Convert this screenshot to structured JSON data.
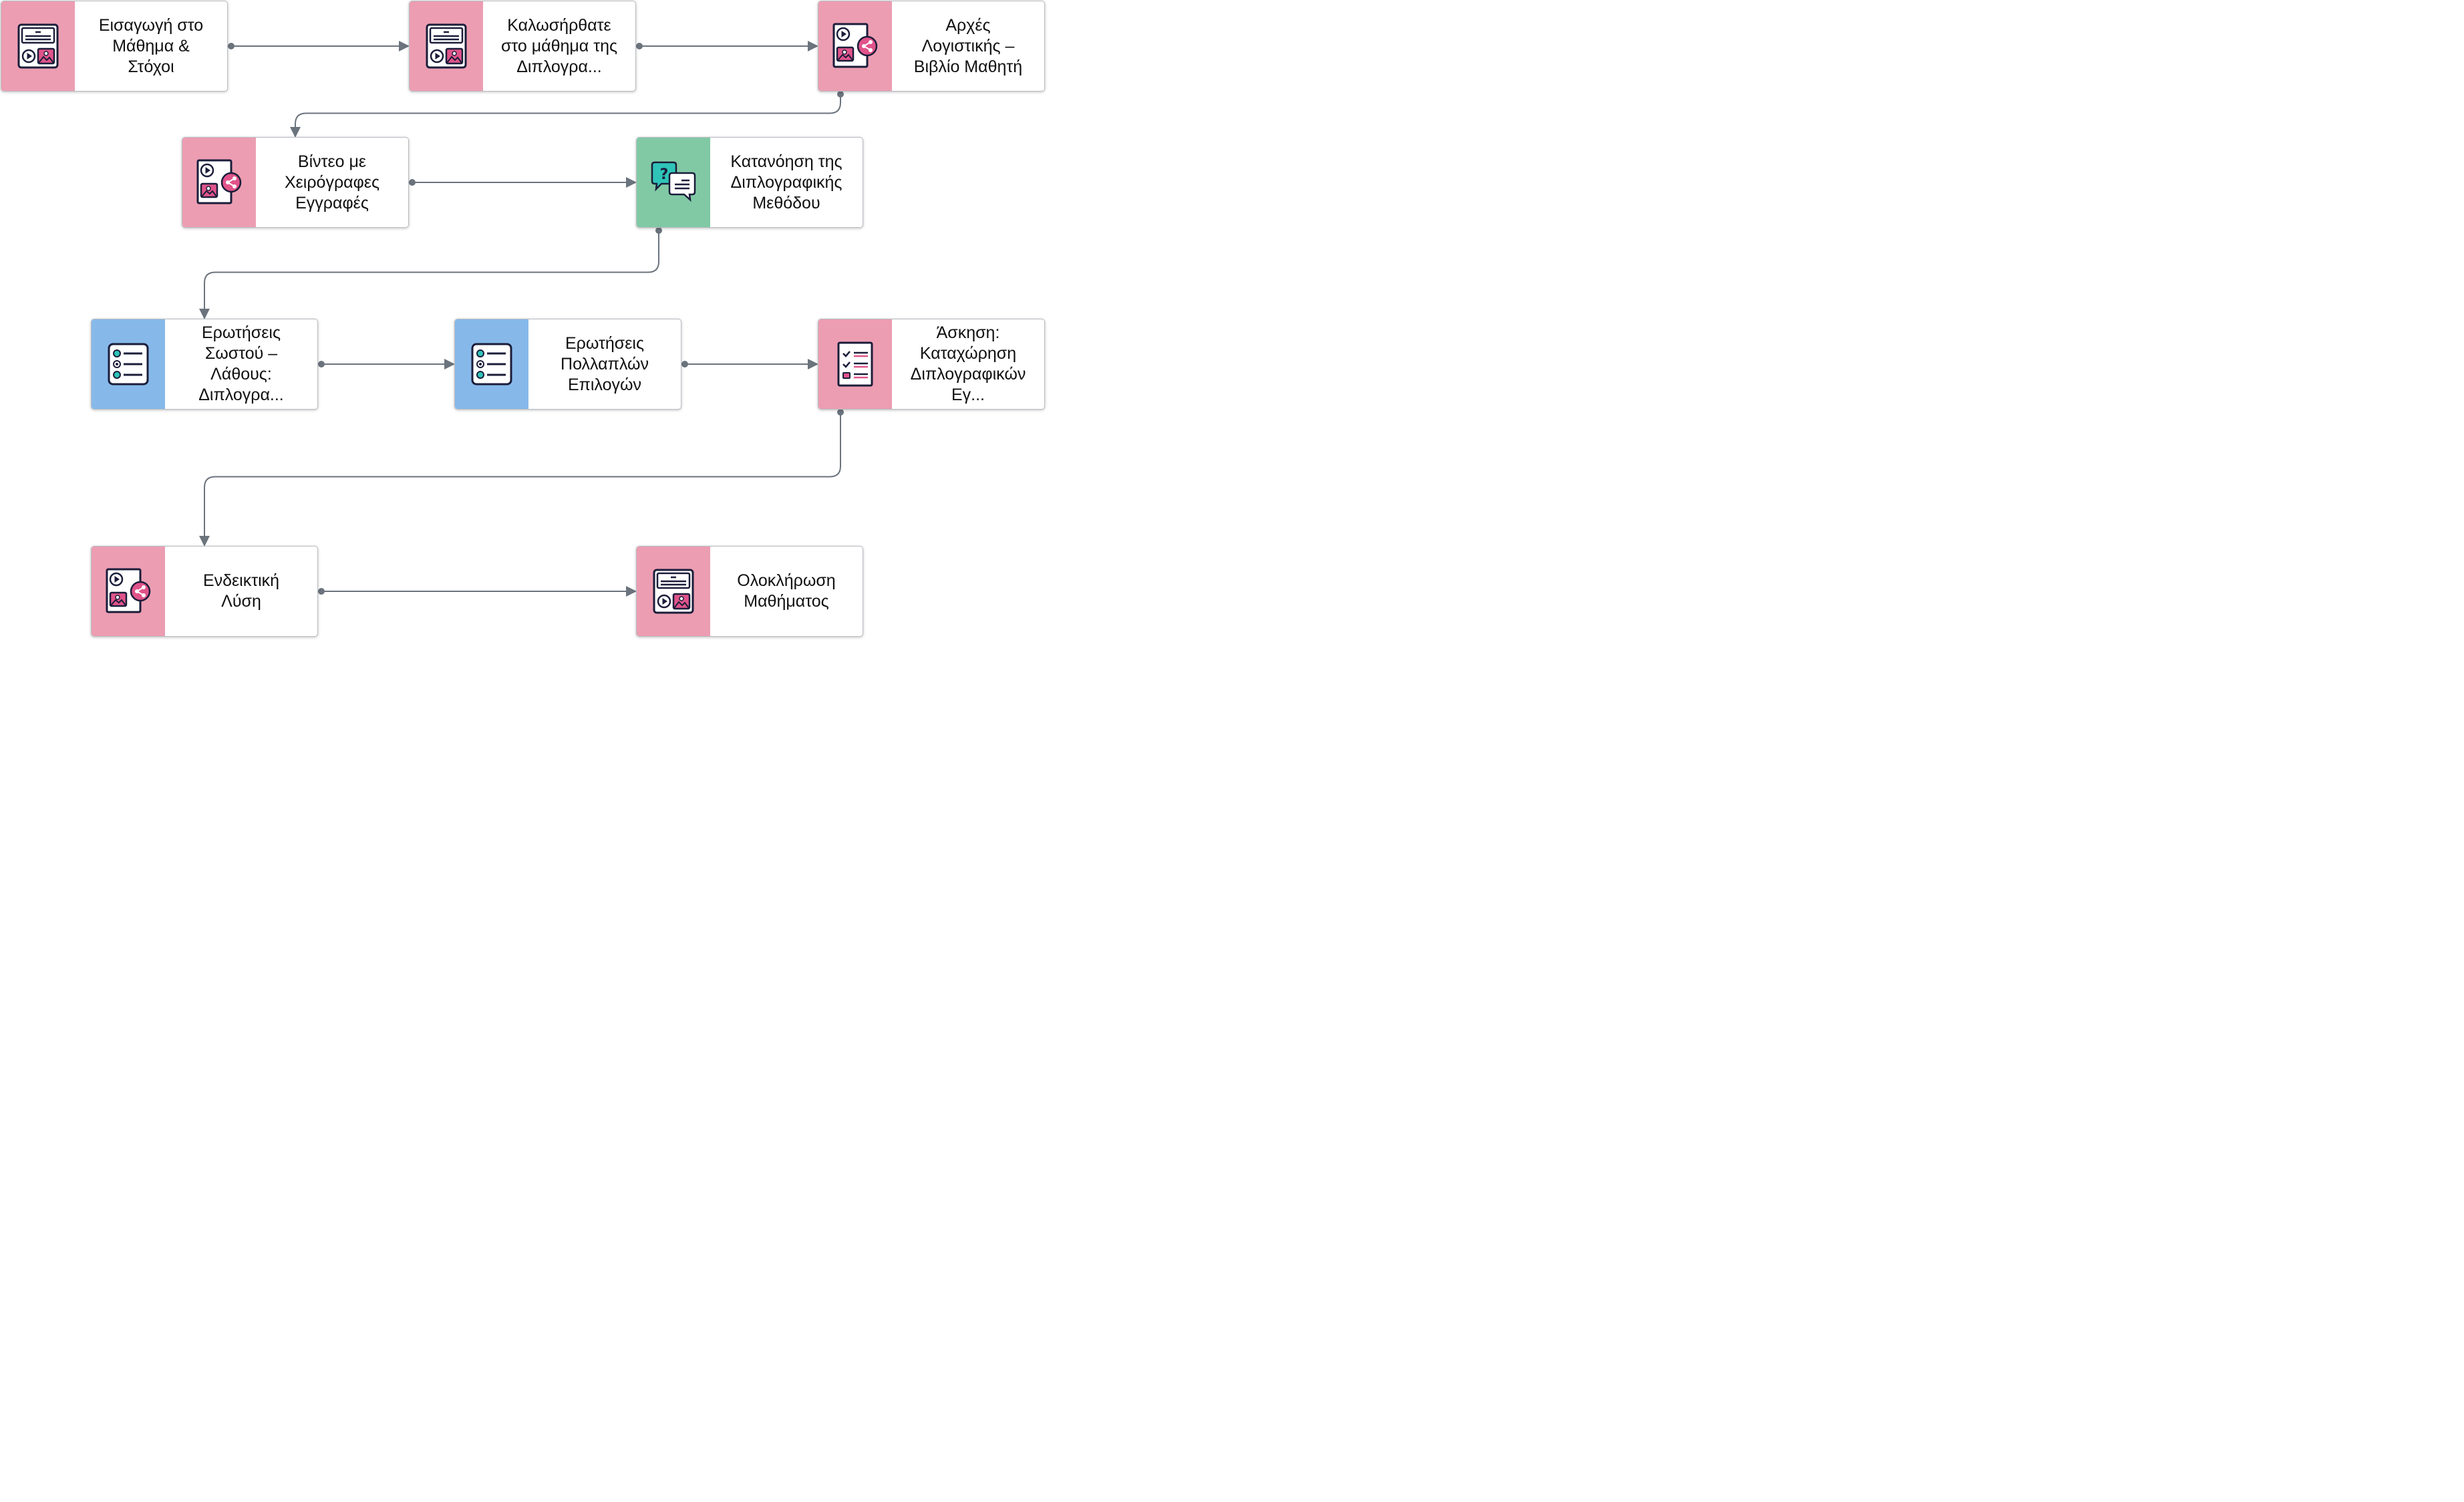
{
  "colors": {
    "pink": "#ec9db2",
    "green": "#81c9a5",
    "blue": "#86b9ea",
    "connector": "#6b737d",
    "icon_stroke": "#1b1d3a",
    "icon_accent": "#e0548a",
    "icon_teal": "#2fc4b8"
  },
  "nodes": [
    {
      "id": "n1",
      "label": "Εισαγωγή στο\nΜάθημα &\nΣτόχοι",
      "strip": "pink",
      "icon": "media-page-icon"
    },
    {
      "id": "n2",
      "label": "Καλωσήρθατε\nστο μάθημα της\nΔιπλογρα...",
      "strip": "pink",
      "icon": "media-page-icon"
    },
    {
      "id": "n3",
      "label": "Αρχές\nΛογιστικής –\nΒιβλίο Μαθητή",
      "strip": "pink",
      "icon": "share-media-icon"
    },
    {
      "id": "n4",
      "label": "Βίντεο με\nΧειρόγραφες\nΕγγραφές",
      "strip": "pink",
      "icon": "share-media-icon"
    },
    {
      "id": "n5",
      "label": "Κατανόηση της\nΔιπλογραφικής\nΜεθόδου",
      "strip": "green",
      "icon": "question-chat-icon"
    },
    {
      "id": "n6",
      "label": "Ερωτήσεις\nΣωστού –\nΛάθους:\nΔιπλογρα...",
      "strip": "blue",
      "icon": "radio-list-icon"
    },
    {
      "id": "n7",
      "label": "Ερωτήσεις\nΠολλαπλών\nΕπιλογών",
      "strip": "blue",
      "icon": "radio-list-icon"
    },
    {
      "id": "n8",
      "label": "Άσκηση:\nΚαταχώρηση\nΔιπλογραφικών\nΕγ...",
      "strip": "pink",
      "icon": "checklist-icon"
    },
    {
      "id": "n9",
      "label": "Ενδεικτική\nΛύση",
      "strip": "pink",
      "icon": "share-media-icon"
    },
    {
      "id": "n10",
      "label": "Ολοκλήρωση\nΜαθήματος",
      "strip": "pink",
      "icon": "media-page-icon"
    }
  ],
  "edges": [
    {
      "from": "n1",
      "to": "n2"
    },
    {
      "from": "n2",
      "to": "n3"
    },
    {
      "from": "n3",
      "to": "n4"
    },
    {
      "from": "n4",
      "to": "n5"
    },
    {
      "from": "n5",
      "to": "n6"
    },
    {
      "from": "n6",
      "to": "n7"
    },
    {
      "from": "n7",
      "to": "n8"
    },
    {
      "from": "n8",
      "to": "n9"
    },
    {
      "from": "n9",
      "to": "n10"
    }
  ]
}
